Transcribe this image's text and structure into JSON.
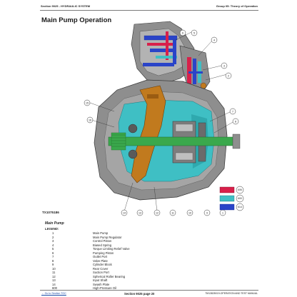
{
  "header": {
    "section": "Section 9025 - HYDRAULIC SYSTEM",
    "group": "Group 05: Theory of Operation"
  },
  "title": "Main Pump Operation",
  "callouts": [
    "1",
    "2",
    "3",
    "4",
    "5",
    "6",
    "7",
    "8",
    "9",
    "10",
    "11",
    "12",
    "13",
    "14",
    "15",
    "16"
  ],
  "key": [
    {
      "code": "606",
      "color": "#d8204a"
    },
    {
      "code": "600",
      "color": "#3fbfc4"
    },
    {
      "code": "614",
      "color": "#2a44c8"
    }
  ],
  "colors": {
    "high_pressure": "#3fbfc4",
    "regulator": "#2a44c8",
    "control": "#d8204a",
    "housing": "#8e8e8e",
    "shaft": "#3aa84c",
    "swash": "#c17a1e"
  },
  "tx_code": "TX1075186",
  "caption": "Main Pump",
  "legend_title": "LEGEND:",
  "legend": [
    {
      "num": "1",
      "text": "Main Pump"
    },
    {
      "num": "2",
      "text": "Main Pump Regulator"
    },
    {
      "num": "3",
      "text": "Control Piston"
    },
    {
      "num": "4",
      "text": "Biased Spring"
    },
    {
      "num": "5",
      "text": "Torque Limiting Relief Valve"
    },
    {
      "num": "6",
      "text": "Pumping Piston"
    },
    {
      "num": "7",
      "text": "Outlet Port"
    },
    {
      "num": "8",
      "text": "Valve Plate"
    },
    {
      "num": "9",
      "text": "Cylinder Block"
    },
    {
      "num": "10",
      "text": "Rear Cover"
    },
    {
      "num": "11",
      "text": "Suction Port"
    },
    {
      "num": "12",
      "text": "Spherical Roller Bearing"
    },
    {
      "num": "13",
      "text": "Input Shaft"
    },
    {
      "num": "14",
      "text": "Swash Plate"
    },
    {
      "num": "600",
      "text": "High-Pressure Oil"
    }
  ],
  "footer": {
    "link": "← Go to Section TOC",
    "page": "Section 9025 page 20",
    "manual": "TM13828X19-OPERATION AND TEST MANUAL"
  }
}
